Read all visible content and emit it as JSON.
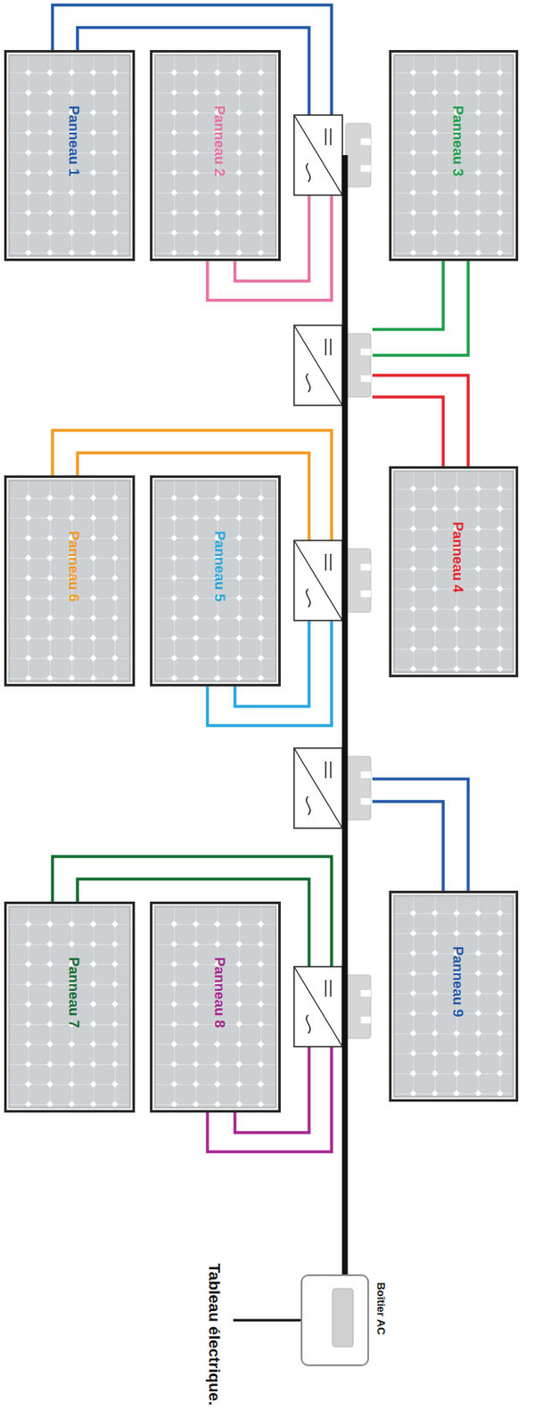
{
  "diagram": {
    "nodes": [
      {
        "text": [
          "Panneau 1"
        ]
      },
      {
        "text": [
          "Panneau 2"
        ]
      },
      {
        "text": [
          "Panneau 3"
        ]
      },
      {
        "text": [
          "Panneau 4"
        ]
      },
      {
        "text": [
          "Panneau 6"
        ]
      },
      {
        "text": [
          "Panneau 5"
        ]
      },
      {
        "text": [
          "Panneau 9"
        ]
      },
      {
        "text": [
          "Panneau 7"
        ]
      },
      {
        "text": [
          "Panneau 8"
        ]
      },
      {
        "text": [
          "Boîtier AC"
        ]
      }
    ],
    "labels": [
      "Tableau électrique."
    ]
  }
}
